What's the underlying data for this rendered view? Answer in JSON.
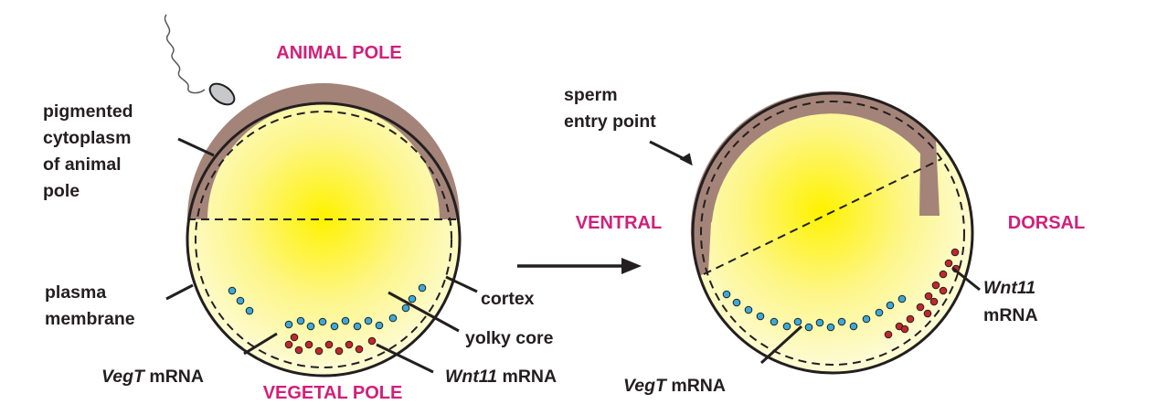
{
  "poles": {
    "animal": "ANIMAL POLE",
    "vegetal": "VEGETAL POLE",
    "ventral": "VENTRAL",
    "dorsal": "DORSAL"
  },
  "left_egg": {
    "pigmented_line1": "pigmented",
    "pigmented_line2": "cytoplasm",
    "pigmented_line3": "of animal",
    "pigmented_line4": "pole",
    "plasma_line1": "plasma",
    "plasma_line2": "membrane",
    "cortex": "cortex",
    "yolky_core": "yolky core",
    "vegt_gene": "VegT",
    "vegt_suffix": " mRNA",
    "wnt_gene": "Wnt11",
    "wnt_suffix": " mRNA"
  },
  "right_egg": {
    "sperm_line1": "sperm",
    "sperm_line2": "entry point",
    "wnt_gene": "Wnt11",
    "wnt_suffix": "mRNA",
    "vegt_gene": "VegT",
    "vegt_suffix": " mRNA"
  },
  "colors": {
    "pigment": "#a48479",
    "yolk_center": "#fff200",
    "yolk_edge": "#fdfbc8",
    "pole_label": "#d1207a",
    "vegt_dot": "#3ba9d9",
    "wnt_dot": "#c1272d"
  }
}
